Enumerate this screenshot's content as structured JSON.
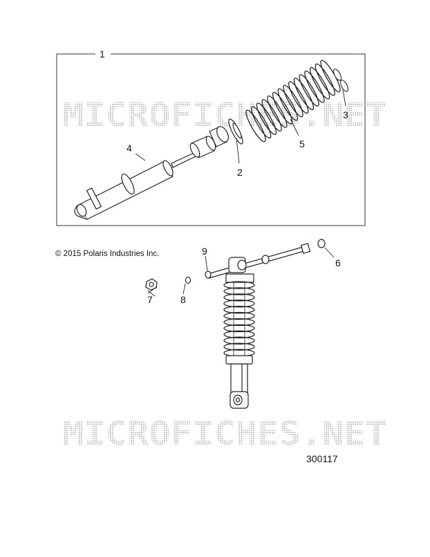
{
  "callouts": {
    "c1": "1",
    "c2": "2",
    "c3": "3",
    "c4": "4",
    "c5": "5",
    "c6": "6",
    "c7": "7",
    "c8": "8",
    "c9": "9"
  },
  "copyright": "© 2015 Polaris Industries Inc.",
  "drawing_number": "300117",
  "watermark": "MICROFICHES.NET",
  "colors": {
    "line": "#222222",
    "watermark": "#cfcfcf",
    "background": "#ffffff"
  }
}
